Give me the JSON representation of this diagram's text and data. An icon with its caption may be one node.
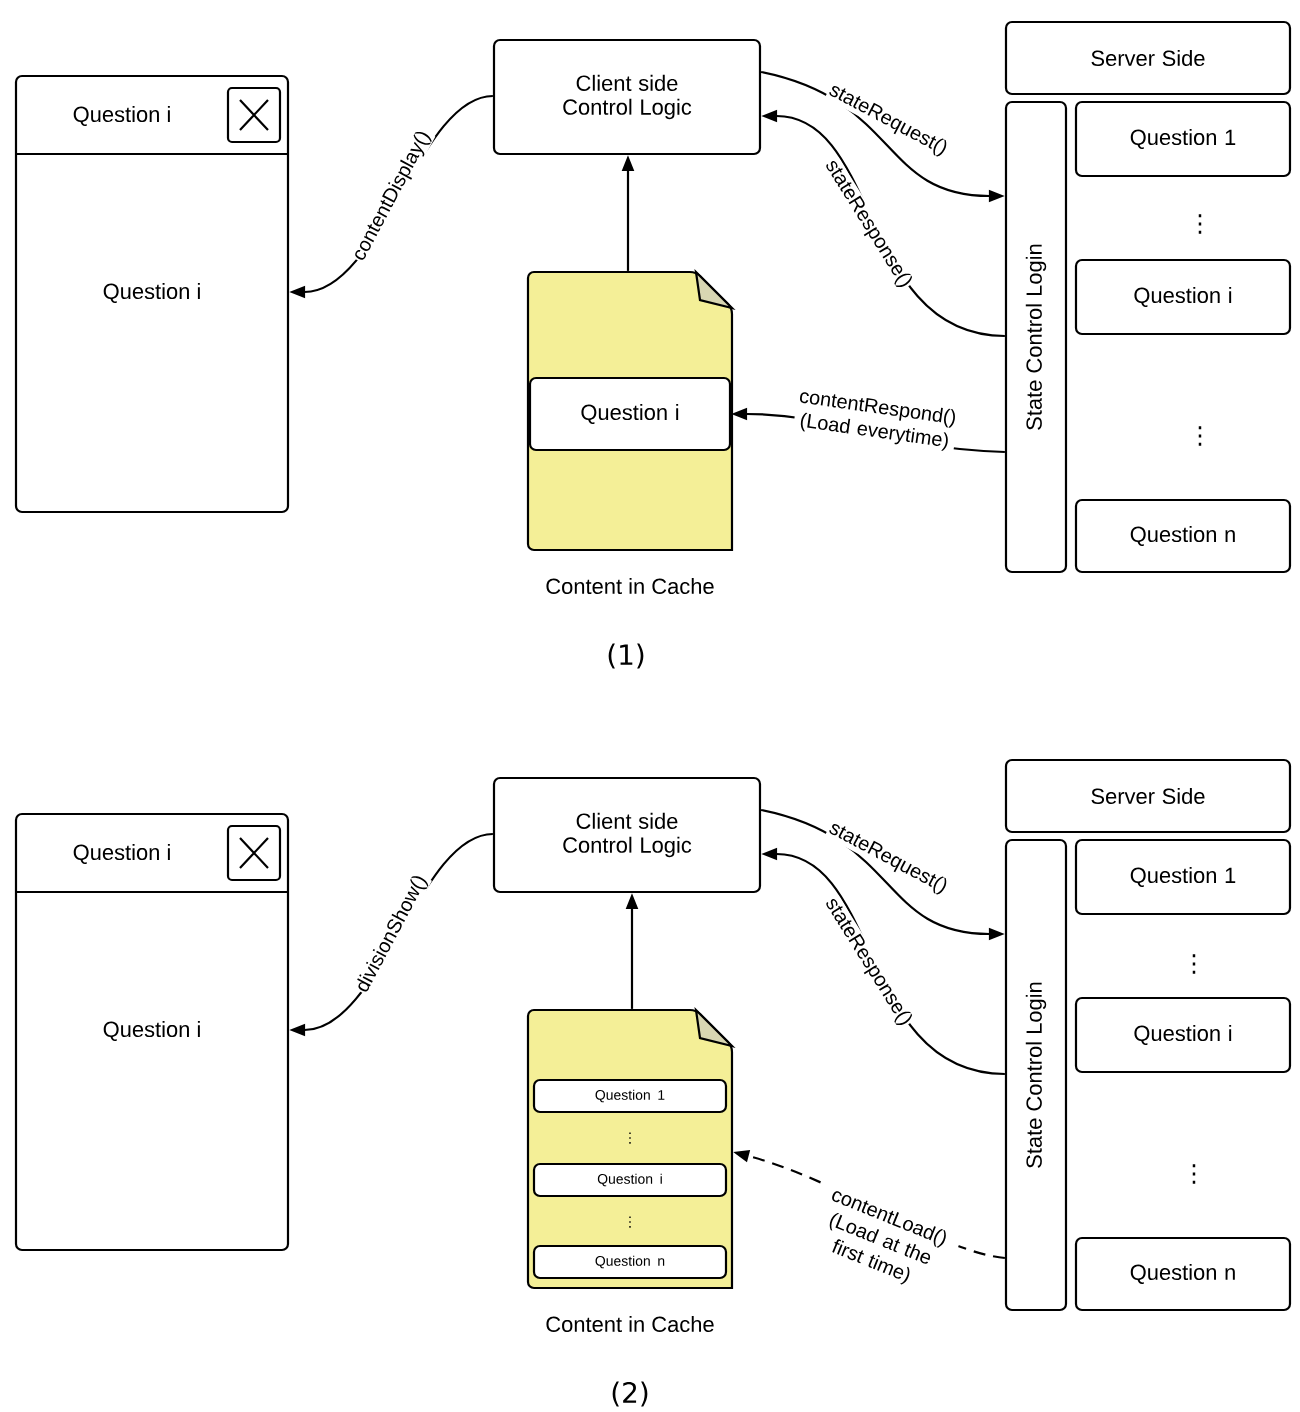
{
  "diagram": {
    "nodes": [
      {
        "text": [
          "Question i",
          "Question i"
        ]
      },
      {
        "text": [
          "Client side Control Logic"
        ]
      },
      {
        "text": [],
        "shape": "document",
        "beside": [
          "Content in Cache"
        ]
      },
      {
        "text": [
          "Question i"
        ],
        "in": 2
      },
      {
        "text": [
          "Server Side"
        ]
      },
      {
        "text": [
          "State Control Login"
        ]
      },
      {
        "text": [
          "Question 1"
        ]
      },
      {
        "text": [
          "Question i"
        ]
      },
      {
        "text": [
          "Question n"
        ]
      },
      {
        "text": [
          "Question i",
          "Question i"
        ]
      },
      {
        "text": [
          "Client side Control Logic"
        ]
      },
      {
        "text": [],
        "shape": "document",
        "beside": [
          "Content in Cache"
        ]
      },
      {
        "text": [
          "Question 1"
        ],
        "in": 11
      },
      {
        "text": [
          "Question i"
        ],
        "in": 11
      },
      {
        "text": [
          "Question n"
        ],
        "in": 11
      },
      {
        "text": [
          "Server Side"
        ]
      },
      {
        "text": [
          "State Control Login"
        ]
      },
      {
        "text": [
          "Question 1"
        ]
      },
      {
        "text": [
          "Question i"
        ]
      },
      {
        "text": [
          "Question n"
        ]
      }
    ],
    "edges": [
      {
        "from": 1,
        "to": 0,
        "arrow": "to",
        "label": "contentDisplay()"
      },
      {
        "from": 1,
        "to": 5,
        "arrow": "to",
        "label": "stateRequest()"
      },
      {
        "from": 5,
        "to": 1,
        "arrow": "to",
        "label": "stateResponse()"
      },
      {
        "from": 5,
        "to": 3,
        "arrow": "to",
        "label": "contentRespond() (Load everytime)"
      },
      {
        "from": 2,
        "to": 1,
        "arrow": "to"
      },
      {
        "from": 10,
        "to": 9,
        "arrow": "to",
        "label": "divisionShow()"
      },
      {
        "from": 10,
        "to": 16,
        "arrow": "to",
        "label": "stateRequest()"
      },
      {
        "from": 16,
        "to": 10,
        "arrow": "to",
        "label": "stateResponse()"
      },
      {
        "from": 16,
        "to": 11,
        "arrow": "to",
        "label": "contentLoad() (Load at the first time)",
        "style": "dashed"
      },
      {
        "from": 11,
        "to": 10,
        "arrow": "to"
      }
    ],
    "labels": [
      "⋮",
      "⋮",
      "(1)",
      "⋮",
      "⋮",
      "⋮",
      "⋮",
      "(2)"
    ]
  }
}
